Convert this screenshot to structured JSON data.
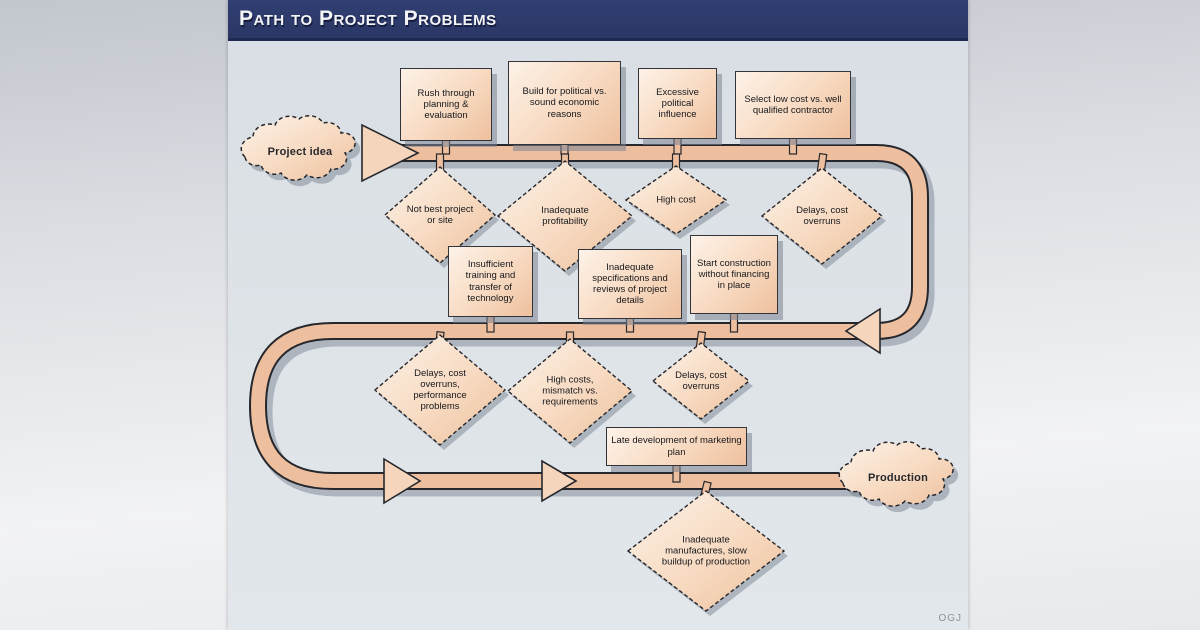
{
  "title": "Path to Project Problems",
  "watermark": "OGJ",
  "colors": {
    "title_bar": "#2e3b6e",
    "path_fill": "#edbf9e",
    "diagram_background": "#dde2e7",
    "node_fill": "#f6d9c0",
    "shadow": "#7a8491"
  },
  "diagram": {
    "type": "flow-path",
    "start_node": "Project idea",
    "end_node": "Production",
    "causes": [
      "Rush through planning & evaluation",
      "Build for political vs. sound economic reasons",
      "Excessive political influence",
      "Select low cost vs. well qualified contractor",
      "Insufficient training and transfer of technology",
      "Inadequate specifications and reviews of project details",
      "Start construction without financing in place",
      "Late development of marketing plan"
    ],
    "problems": [
      "Not best project or site",
      "Inadequate profitability",
      "High cost",
      "Delays, cost overruns",
      "Delays, cost overruns, performance problems",
      "High costs, mismatch vs. requirements",
      "Delays, cost overruns",
      "Inadequate manufactures, slow buildup of production"
    ]
  }
}
